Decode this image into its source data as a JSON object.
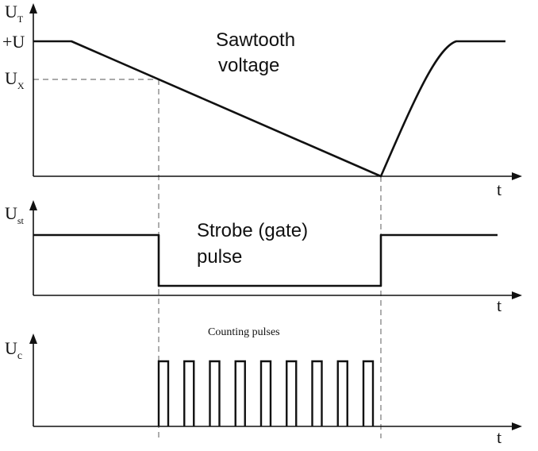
{
  "panels": {
    "sawtooth": {
      "axis_symbol": "U",
      "axis_subscript": "T",
      "level_high_label": "+U",
      "level_x_symbol": "U",
      "level_x_subscript": "X",
      "time_label": "t",
      "caption_line1": "Sawtooth",
      "caption_line2": "voltage"
    },
    "strobe": {
      "axis_symbol": "U",
      "axis_subscript": "st",
      "time_label": "t",
      "caption_line1": "Strobe (gate)",
      "caption_line2": "pulse"
    },
    "counting": {
      "axis_symbol": "U",
      "axis_subscript": "c",
      "time_label": "t",
      "caption": "Counting pulses",
      "pulse_count": 9
    }
  }
}
